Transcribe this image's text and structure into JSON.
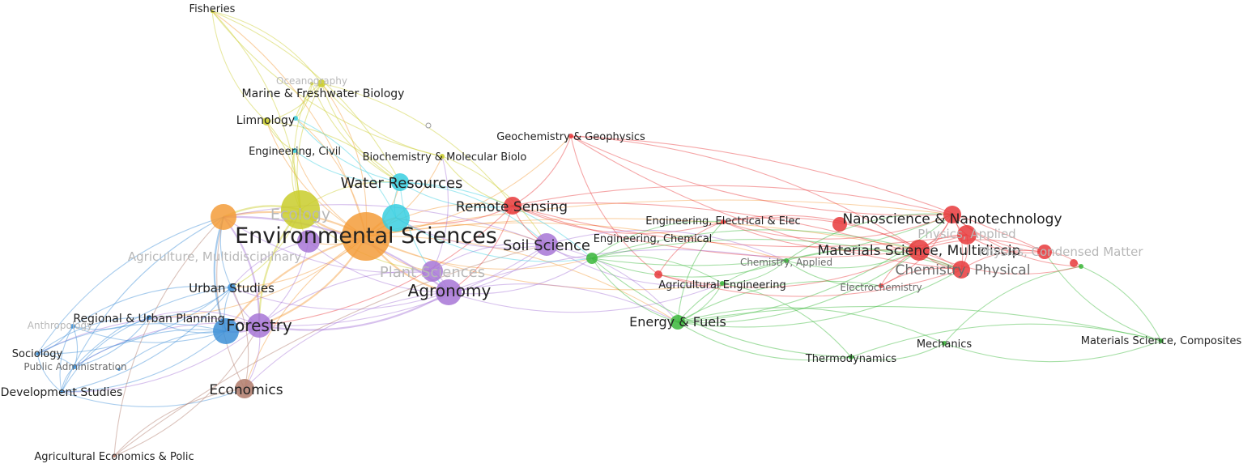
{
  "colors": {
    "red": "#e8393c",
    "green": "#3ab73a",
    "blue": "#3d8fd6",
    "yellow": "#c9cc2a",
    "purple": "#a776d6",
    "cyan": "#38cfe0",
    "orange": "#f39c3a",
    "brown": "#b07a6a",
    "gray": "#9a9a9a"
  },
  "nodes": [
    {
      "id": "environmental-sciences",
      "label": "Environmental Sciences",
      "cluster": "orange"
    },
    {
      "id": "agriculture-multidisciplinary",
      "label": "Agriculture, Multidisciplinary",
      "cluster": "orange"
    },
    {
      "id": "ecology",
      "label": "Ecology",
      "cluster": "yellow"
    },
    {
      "id": "fisheries",
      "label": "Fisheries",
      "cluster": "yellow"
    },
    {
      "id": "oceanography",
      "label": "Oceanography",
      "cluster": "yellow"
    },
    {
      "id": "marine-freshwater-biology",
      "label": "Marine & Freshwater Biology",
      "cluster": "yellow"
    },
    {
      "id": "limnology",
      "label": "Limnology",
      "cluster": "yellow"
    },
    {
      "id": "biochemistry-molecular-biology",
      "label": "Biochemistry & Molecular Biolo",
      "cluster": "yellow"
    },
    {
      "id": "engineering-civil",
      "label": "Engineering, Civil",
      "cluster": "cyan"
    },
    {
      "id": "water-resources",
      "label": "Water Resources",
      "cluster": "cyan"
    },
    {
      "id": "geosciences",
      "label": "",
      "cluster": "cyan"
    },
    {
      "id": "meteorology",
      "label": "",
      "cluster": "cyan"
    },
    {
      "id": "remote-sensing",
      "label": "Remote Sensing",
      "cluster": "red"
    },
    {
      "id": "geochemistry-geophysics",
      "label": "Geochemistry & Geophysics",
      "cluster": "red"
    },
    {
      "id": "soil-science",
      "label": "Soil Science",
      "cluster": "purple"
    },
    {
      "id": "plant-sciences",
      "label": "Plant Sciences",
      "cluster": "purple"
    },
    {
      "id": "agronomy",
      "label": "Agronomy",
      "cluster": "purple"
    },
    {
      "id": "forestry",
      "label": "Forestry",
      "cluster": "purple"
    },
    {
      "id": "biodiversity",
      "label": "",
      "cluster": "purple"
    },
    {
      "id": "urban-studies",
      "label": "Urban Studies",
      "cluster": "blue"
    },
    {
      "id": "regional-urban-planning",
      "label": "Regional & Urban Planning",
      "cluster": "blue"
    },
    {
      "id": "geography",
      "label": "",
      "cluster": "blue"
    },
    {
      "id": "anthropology",
      "label": "Anthropology",
      "cluster": "blue"
    },
    {
      "id": "sociology",
      "label": "Sociology",
      "cluster": "blue"
    },
    {
      "id": "public-administration",
      "label": "Public Administration",
      "cluster": "blue"
    },
    {
      "id": "development-studies",
      "label": "Development Studies",
      "cluster": "blue"
    },
    {
      "id": "green-small-a",
      "label": "",
      "cluster": "blue"
    },
    {
      "id": "economics",
      "label": "Economics",
      "cluster": "brown"
    },
    {
      "id": "agricultural-economics-policy",
      "label": "Agricultural Economics & Polic",
      "cluster": "brown"
    },
    {
      "id": "engineering-chemical",
      "label": "Engineering, Chemical",
      "cluster": "green"
    },
    {
      "id": "engineering-electrical",
      "label": "Engineering, Electrical & Elec",
      "cluster": "red"
    },
    {
      "id": "agricultural-engineering",
      "label": "Agricultural Engineering",
      "cluster": "green"
    },
    {
      "id": "energy-fuels",
      "label": "Energy & Fuels",
      "cluster": "green"
    },
    {
      "id": "chemistry-applied",
      "label": "Chemistry, Applied",
      "cluster": "green"
    },
    {
      "id": "thermodynamics",
      "label": "Thermodynamics",
      "cluster": "green"
    },
    {
      "id": "mechanics",
      "label": "Mechanics",
      "cluster": "green"
    },
    {
      "id": "materials-science-composites",
      "label": "Materials Science, Composites",
      "cluster": "green"
    },
    {
      "id": "green-small-b",
      "label": "",
      "cluster": "green"
    },
    {
      "id": "nanoscience-nanotechnology",
      "label": "Nanoscience & Nanotechnology",
      "cluster": "red"
    },
    {
      "id": "physics-applied",
      "label": "Physics, Applied",
      "cluster": "red"
    },
    {
      "id": "materials-science-multidisciplinary",
      "label": "Materials Science, Multidiscip",
      "cluster": "red"
    },
    {
      "id": "chemistry-physical",
      "label": "Chemistry, Physical",
      "cluster": "red"
    },
    {
      "id": "physics-condensed-matter",
      "label": "Physics, Condensed Matter",
      "cluster": "red"
    },
    {
      "id": "electrochemistry",
      "label": "Electrochemistry",
      "cluster": "red"
    },
    {
      "id": "red-small-a",
      "label": "",
      "cluster": "red"
    },
    {
      "id": "isolated",
      "label": "",
      "cluster": "gray"
    }
  ],
  "edges": [
    [
      "environmental-sciences",
      "ecology"
    ],
    [
      "environmental-sciences",
      "water-resources"
    ],
    [
      "environmental-sciences",
      "soil-science"
    ],
    [
      "environmental-sciences",
      "agronomy"
    ],
    [
      "environmental-sciences",
      "forestry"
    ],
    [
      "environmental-sciences",
      "plant-sciences"
    ],
    [
      "environmental-sciences",
      "remote-sensing"
    ],
    [
      "environmental-sciences",
      "agriculture-multidisciplinary"
    ],
    [
      "environmental-sciences",
      "urban-studies"
    ],
    [
      "environmental-sciences",
      "economics"
    ],
    [
      "environmental-sciences",
      "energy-fuels"
    ],
    [
      "environmental-sciences",
      "engineering-chemical"
    ],
    [
      "environmental-sciences",
      "geosciences"
    ],
    [
      "environmental-sciences",
      "marine-freshwater-biology"
    ],
    [
      "environmental-sciences",
      "limnology"
    ],
    [
      "environmental-sciences",
      "fisheries"
    ],
    [
      "environmental-sciences",
      "engineering-civil"
    ],
    [
      "environmental-sciences",
      "biochemistry-molecular-biology"
    ],
    [
      "environmental-sciences",
      "regional-urban-planning"
    ],
    [
      "environmental-sciences",
      "geography"
    ],
    [
      "environmental-sciences",
      "materials-science-multidisciplinary"
    ],
    [
      "environmental-sciences",
      "agricultural-engineering"
    ],
    [
      "environmental-sciences",
      "chemistry-applied"
    ],
    [
      "environmental-sciences",
      "geochemistry-geophysics"
    ],
    [
      "environmental-sciences",
      "biodiversity"
    ],
    [
      "environmental-sciences",
      "meteorology"
    ],
    [
      "environmental-sciences",
      "nanoscience-nanotechnology"
    ],
    [
      "ecology",
      "fisheries"
    ],
    [
      "ecology",
      "marine-freshwater-biology"
    ],
    [
      "ecology",
      "limnology"
    ],
    [
      "ecology",
      "oceanography"
    ],
    [
      "ecology",
      "forestry"
    ],
    [
      "ecology",
      "water-resources"
    ],
    [
      "ecology",
      "biodiversity"
    ],
    [
      "ecology",
      "engineering-civil"
    ],
    [
      "ecology",
      "plant-sciences"
    ],
    [
      "ecology",
      "urban-studies"
    ],
    [
      "ecology",
      "agriculture-multidisciplinary"
    ],
    [
      "fisheries",
      "marine-freshwater-biology"
    ],
    [
      "fisheries",
      "limnology"
    ],
    [
      "fisheries",
      "water-resources"
    ],
    [
      "fisheries",
      "biochemistry-molecular-biology"
    ],
    [
      "marine-freshwater-biology",
      "limnology"
    ],
    [
      "marine-freshwater-biology",
      "water-resources"
    ],
    [
      "marine-freshwater-biology",
      "oceanography"
    ],
    [
      "marine-freshwater-biology",
      "biochemistry-molecular-biology"
    ],
    [
      "marine-freshwater-biology",
      "remote-sensing"
    ],
    [
      "marine-freshwater-biology",
      "meteorology"
    ],
    [
      "limnology",
      "water-resources"
    ],
    [
      "limnology",
      "engineering-civil"
    ],
    [
      "water-resources",
      "engineering-civil"
    ],
    [
      "water-resources",
      "remote-sensing"
    ],
    [
      "water-resources",
      "soil-science"
    ],
    [
      "water-resources",
      "geosciences"
    ],
    [
      "water-resources",
      "meteorology"
    ],
    [
      "water-resources",
      "agronomy"
    ],
    [
      "water-resources",
      "engineering-chemical"
    ],
    [
      "remote-sensing",
      "geochemistry-geophysics"
    ],
    [
      "remote-sensing",
      "geosciences"
    ],
    [
      "remote-sensing",
      "soil-science"
    ],
    [
      "remote-sensing",
      "forestry"
    ],
    [
      "remote-sensing",
      "engineering-electrical"
    ],
    [
      "remote-sensing",
      "nanoscience-nanotechnology"
    ],
    [
      "remote-sensing",
      "materials-science-multidisciplinary"
    ],
    [
      "remote-sensing",
      "chemistry-physical"
    ],
    [
      "remote-sensing",
      "physics-applied"
    ],
    [
      "remote-sensing",
      "agronomy"
    ],
    [
      "geochemistry-geophysics",
      "nanoscience-nanotechnology"
    ],
    [
      "geochemistry-geophysics",
      "materials-science-multidisciplinary"
    ],
    [
      "geochemistry-geophysics",
      "chemistry-physical"
    ],
    [
      "geochemistry-geophysics",
      "physics-condensed-matter"
    ],
    [
      "geochemistry-geophysics",
      "red-small-a"
    ],
    [
      "soil-science",
      "agronomy"
    ],
    [
      "soil-science",
      "plant-sciences"
    ],
    [
      "soil-science",
      "forestry"
    ],
    [
      "soil-science",
      "engineering-chemical"
    ],
    [
      "soil-science",
      "energy-fuels"
    ],
    [
      "soil-science",
      "agricultural-engineering"
    ],
    [
      "soil-science",
      "chemistry-applied"
    ],
    [
      "soil-science",
      "agriculture-multidisciplinary"
    ],
    [
      "soil-science",
      "geosciences"
    ],
    [
      "agronomy",
      "plant-sciences"
    ],
    [
      "agronomy",
      "forestry"
    ],
    [
      "agronomy",
      "agriculture-multidisciplinary"
    ],
    [
      "agronomy",
      "energy-fuels"
    ],
    [
      "agronomy",
      "agricultural-engineering"
    ],
    [
      "agronomy",
      "chemistry-applied"
    ],
    [
      "agronomy",
      "economics"
    ],
    [
      "agronomy",
      "urban-studies"
    ],
    [
      "agronomy",
      "engineering-chemical"
    ],
    [
      "agronomy",
      "biodiversity"
    ],
    [
      "plant-sciences",
      "forestry"
    ],
    [
      "plant-sciences",
      "agriculture-multidisciplinary"
    ],
    [
      "plant-sciences",
      "biochemistry-molecular-biology"
    ],
    [
      "forestry",
      "urban-studies"
    ],
    [
      "forestry",
      "regional-urban-planning"
    ],
    [
      "forestry",
      "geography"
    ],
    [
      "forestry",
      "agriculture-multidisciplinary"
    ],
    [
      "forestry",
      "economics"
    ],
    [
      "forestry",
      "public-administration"
    ],
    [
      "forestry",
      "development-studies"
    ],
    [
      "forestry",
      "sociology"
    ],
    [
      "urban-studies",
      "regional-urban-planning"
    ],
    [
      "urban-studies",
      "geography"
    ],
    [
      "urban-studies",
      "agriculture-multidisciplinary"
    ],
    [
      "urban-studies",
      "anthropology"
    ],
    [
      "urban-studies",
      "sociology"
    ],
    [
      "urban-studies",
      "public-administration"
    ],
    [
      "urban-studies",
      "development-studies"
    ],
    [
      "regional-urban-planning",
      "geography"
    ],
    [
      "regional-urban-planning",
      "anthropology"
    ],
    [
      "regional-urban-planning",
      "sociology"
    ],
    [
      "regional-urban-planning",
      "public-administration"
    ],
    [
      "regional-urban-planning",
      "development-studies"
    ],
    [
      "geography",
      "anthropology"
    ],
    [
      "geography",
      "sociology"
    ],
    [
      "geography",
      "development-studies"
    ],
    [
      "geography",
      "public-administration"
    ],
    [
      "geography",
      "agriculture-multidisciplinary"
    ],
    [
      "geography",
      "green-small-a"
    ],
    [
      "anthropology",
      "sociology"
    ],
    [
      "anthropology",
      "development-studies"
    ],
    [
      "anthropology",
      "public-administration"
    ],
    [
      "sociology",
      "development-studies"
    ],
    [
      "sociology",
      "public-administration"
    ],
    [
      "public-administration",
      "development-studies"
    ],
    [
      "development-studies",
      "agriculture-multidisciplinary"
    ],
    [
      "development-studies",
      "economics"
    ],
    [
      "sociology",
      "agriculture-multidisciplinary"
    ],
    [
      "economics",
      "agricultural-economics-policy"
    ],
    [
      "economics",
      "agriculture-multidisciplinary"
    ],
    [
      "economics",
      "urban-studies"
    ],
    [
      "agricultural-economics-policy",
      "agriculture-multidisciplinary"
    ],
    [
      "agricultural-economics-policy",
      "forestry"
    ],
    [
      "agricultural-economics-policy",
      "soil-science"
    ],
    [
      "engineering-chemical",
      "energy-fuels"
    ],
    [
      "engineering-chemical",
      "agricultural-engineering"
    ],
    [
      "engineering-chemical",
      "chemistry-applied"
    ],
    [
      "engineering-chemical",
      "materials-science-multidisciplinary"
    ],
    [
      "engineering-chemical",
      "nanoscience-nanotechnology"
    ],
    [
      "engineering-chemical",
      "engineering-electrical"
    ],
    [
      "engineering-chemical",
      "thermodynamics"
    ],
    [
      "engineering-chemical",
      "chemistry-physical"
    ],
    [
      "energy-fuels",
      "thermodynamics"
    ],
    [
      "energy-fuels",
      "mechanics"
    ],
    [
      "energy-fuels",
      "agricultural-engineering"
    ],
    [
      "energy-fuels",
      "chemistry-applied"
    ],
    [
      "energy-fuels",
      "materials-science-multidisciplinary"
    ],
    [
      "energy-fuels",
      "engineering-electrical"
    ],
    [
      "energy-fuels",
      "chemistry-physical"
    ],
    [
      "energy-fuels",
      "electrochemistry"
    ],
    [
      "energy-fuels",
      "nanoscience-nanotechnology"
    ],
    [
      "energy-fuels",
      "materials-science-composites"
    ],
    [
      "agricultural-engineering",
      "chemistry-applied"
    ],
    [
      "agricultural-engineering",
      "thermodynamics"
    ],
    [
      "thermodynamics",
      "mechanics"
    ],
    [
      "thermodynamics",
      "materials-science-composites"
    ],
    [
      "mechanics",
      "materials-science-composites"
    ],
    [
      "mechanics",
      "green-small-b"
    ],
    [
      "materials-science-composites",
      "green-small-b"
    ],
    [
      "materials-science-composites",
      "physics-condensed-matter"
    ],
    [
      "engineering-electrical",
      "nanoscience-nanotechnology"
    ],
    [
      "engineering-electrical",
      "materials-science-multidisciplinary"
    ],
    [
      "engineering-electrical",
      "physics-applied"
    ],
    [
      "engineering-electrical",
      "chemistry-physical"
    ],
    [
      "engineering-electrical",
      "red-small-a"
    ],
    [
      "nanoscience-nanotechnology",
      "materials-science-multidisciplinary"
    ],
    [
      "nanoscience-nanotechnology",
      "physics-applied"
    ],
    [
      "nanoscience-nanotechnology",
      "chemistry-physical"
    ],
    [
      "nanoscience-nanotechnology",
      "physics-condensed-matter"
    ],
    [
      "nanoscience-nanotechnology",
      "electrochemistry"
    ],
    [
      "nanoscience-nanotechnology",
      "green-small-b"
    ],
    [
      "materials-science-multidisciplinary",
      "physics-applied"
    ],
    [
      "materials-science-multidisciplinary",
      "chemistry-physical"
    ],
    [
      "materials-science-multidisciplinary",
      "physics-condensed-matter"
    ],
    [
      "materials-science-multidisciplinary",
      "electrochemistry"
    ],
    [
      "materials-science-multidisciplinary",
      "red-small-a"
    ],
    [
      "materials-science-multidisciplinary",
      "green-small-b"
    ],
    [
      "physics-applied",
      "chemistry-physical"
    ],
    [
      "physics-applied",
      "physics-condensed-matter"
    ],
    [
      "chemistry-physical",
      "physics-condensed-matter"
    ],
    [
      "chemistry-physical",
      "electrochemistry"
    ],
    [
      "physics-condensed-matter",
      "green-small-b"
    ],
    [
      "red-small-a",
      "chemistry-physical"
    ],
    [
      "chemistry-applied",
      "chemistry-physical"
    ],
    [
      "chemistry-applied",
      "materials-science-multidisciplinary"
    ],
    [
      "chemistry-applied",
      "nanoscience-nanotechnology"
    ],
    [
      "chemistry-applied",
      "electrochemistry"
    ],
    [
      "biochemistry-molecular-biology",
      "soil-science"
    ],
    [
      "biochemistry-molecular-biology",
      "remote-sensing"
    ],
    [
      "oceanography",
      "meteorology"
    ],
    [
      "oceanography",
      "water-resources"
    ],
    [
      "meteorology",
      "geosciences"
    ],
    [
      "geosciences",
      "engineering-chemical"
    ],
    [
      "biodiversity",
      "forestry"
    ],
    [
      "biodiversity",
      "urban-studies"
    ]
  ]
}
